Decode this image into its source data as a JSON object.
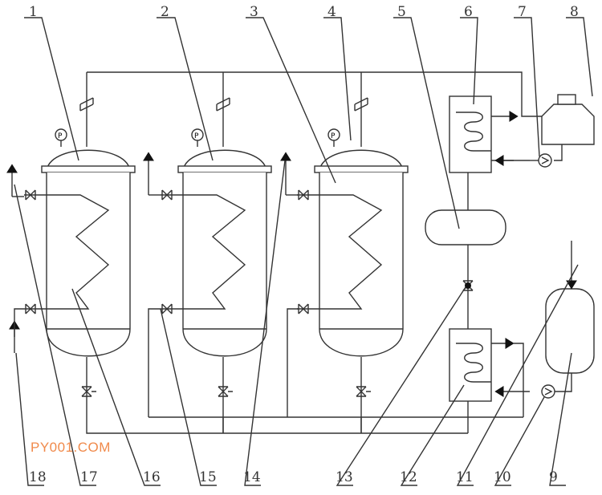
{
  "labels_top": [
    "1",
    "2",
    "3",
    "4",
    "5",
    "6",
    "7",
    "8"
  ],
  "labels_bottom": [
    "18",
    "17",
    "16",
    "15",
    "14",
    "13",
    "12",
    "11",
    "10",
    "9"
  ],
  "gauge_label": "P",
  "watermark": "PY001.COM",
  "colors": {
    "line": "#333333",
    "watermark": "#f08a4b"
  }
}
